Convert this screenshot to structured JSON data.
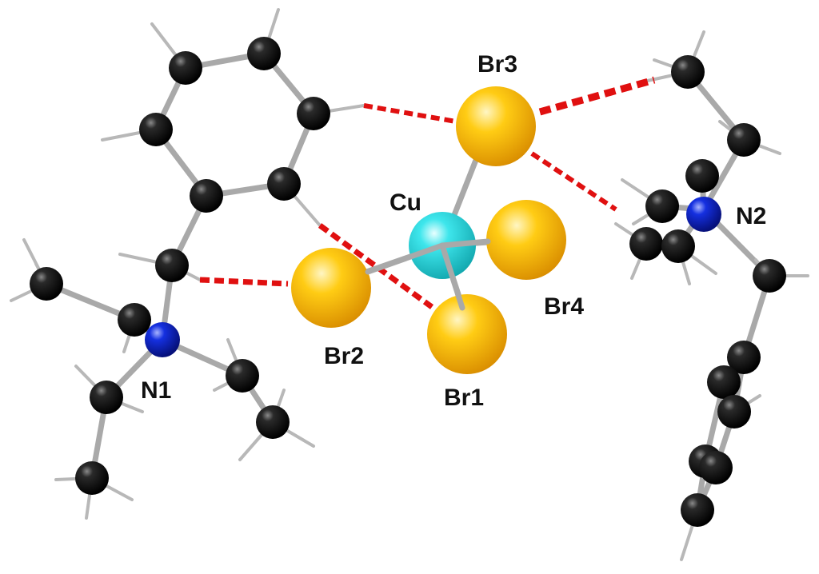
{
  "labels": {
    "br3": "Br3",
    "cu": "Cu",
    "n2": "N2",
    "br4": "Br4",
    "br2": "Br2",
    "n1": "N1",
    "br1": "Br1"
  },
  "colors": {
    "background": "#ffffff",
    "carbon": "#000000",
    "nitrogen": "#0a1fd6",
    "copper": "#2fd6dc",
    "bromine": "#f7c20a",
    "bond": "#bdbdbd",
    "hydrogen_bond": "#e01010",
    "label": "#111111"
  }
}
